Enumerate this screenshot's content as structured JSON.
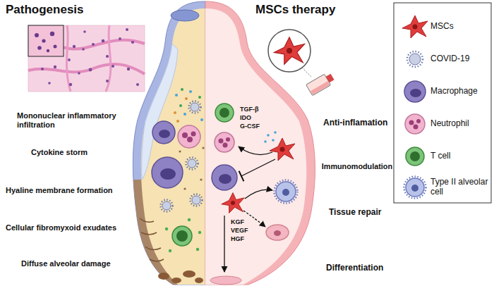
{
  "diagram": {
    "labels": [
      "Pathogenesis",
      "MSCs therapy",
      "Mononuclear inflammatory infiltration",
      "Cytokine storm",
      "Hyaline membrane formation",
      "Cellular fibromyxoid exudates",
      "Diffuse alveolar damage",
      "TGF-β",
      "IDO",
      "G-CSF",
      "Anti-inflamation",
      "Immunomodulation",
      "KGF",
      "VEGF",
      "HGF",
      "Tissue repair",
      "Differentiation"
    ],
    "legend": [
      {
        "text": "MSCs"
      },
      {
        "text": "COVID-19"
      },
      {
        "text": "Macrophage"
      },
      {
        "text": "Neutrophil"
      },
      {
        "text": "T cell"
      },
      {
        "text": "Type II alveolar cell"
      }
    ]
  }
}
